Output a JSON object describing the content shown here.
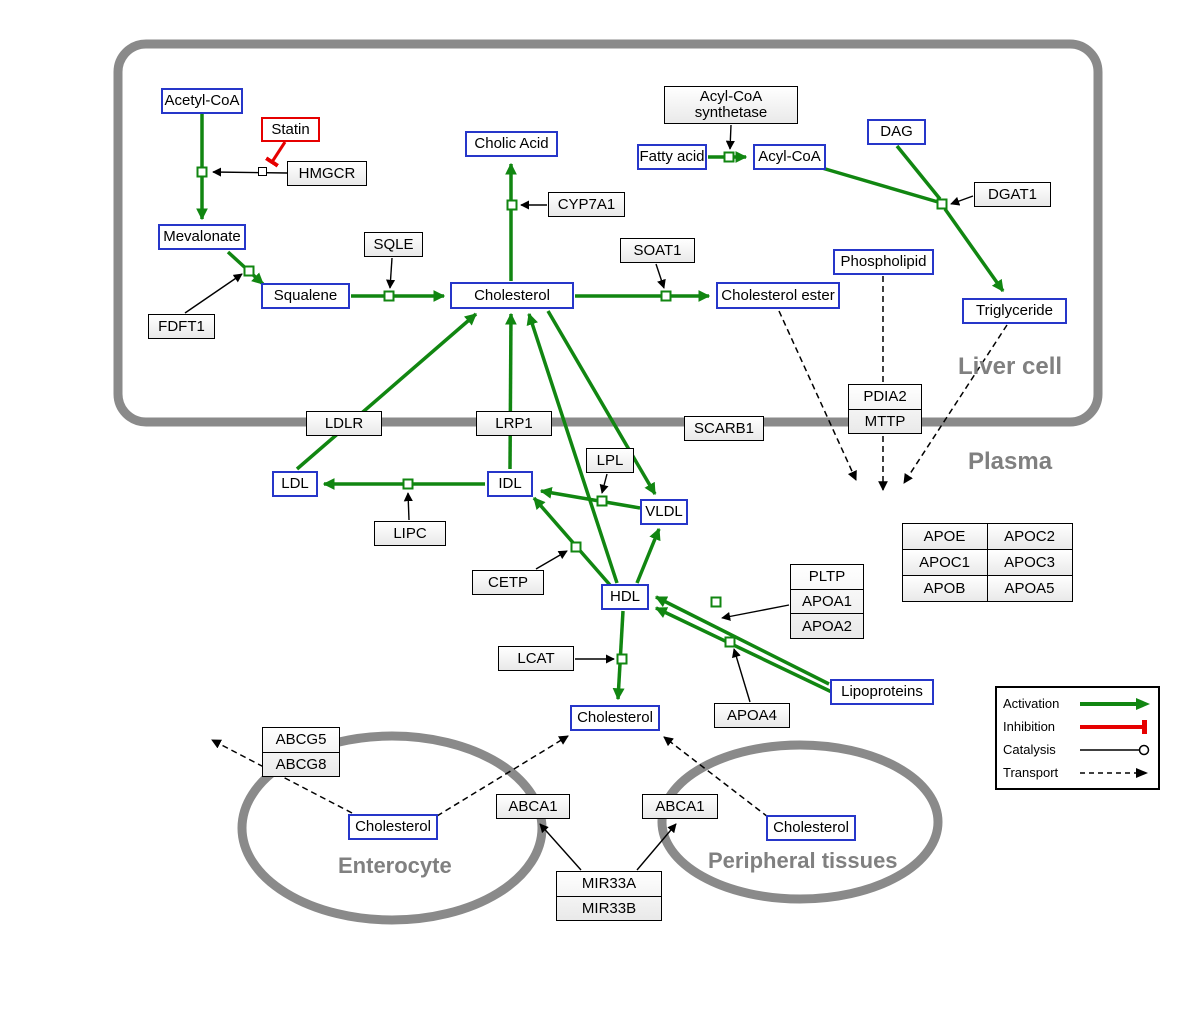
{
  "compartments": {
    "liver_label": "Liver cell",
    "plasma_label": "Plasma",
    "enterocyte_label": "Enterocyte",
    "peripheral_label": "Peripheral tissues"
  },
  "metabolites": {
    "acetyl_coa": "Acetyl-CoA",
    "mevalonate": "Mevalonate",
    "squalene": "Squalene",
    "cholic_acid": "Cholic Acid",
    "cholesterol_liver": "Cholesterol",
    "fatty_acid": "Fatty acid",
    "acyl_coa": "Acyl-CoA",
    "dag": "DAG",
    "phospholipid": "Phospholipid",
    "cholesterol_ester": "Cholesterol ester",
    "triglyceride": "Triglyceride",
    "ldl": "LDL",
    "idl": "IDL",
    "vldl": "VLDL",
    "hdl": "HDL",
    "cholesterol_plasma": "Cholesterol",
    "lipoproteins": "Lipoproteins",
    "cholesterol_enterocyte": "Cholesterol",
    "cholesterol_peripheral": "Cholesterol"
  },
  "genes": {
    "statin": "Statin",
    "hmgcr": "HMGCR",
    "sqle": "SQLE",
    "fdft1": "FDFT1",
    "cyp7a1": "CYP7A1",
    "soat1": "SOAT1",
    "acs_line1": "Acyl-CoA",
    "acs_line2": "synthetase",
    "dgat1": "DGAT1",
    "ldlr": "LDLR",
    "lrp1": "LRP1",
    "scarb1": "SCARB1",
    "lpl": "LPL",
    "lipc": "LIPC",
    "cetp": "CETP",
    "lcat": "LCAT",
    "apoa4": "APOA4",
    "abca1_left": "ABCA1",
    "abca1_right": "ABCA1"
  },
  "stacks": {
    "pdia2_mttp": [
      "PDIA2",
      "MTTP"
    ],
    "pltp_apoa": [
      "PLTP",
      "APOA1",
      "APOA2"
    ],
    "abcg": [
      "ABCG5",
      "ABCG8"
    ],
    "mir33": [
      "MIR33A",
      "MIR33B"
    ]
  },
  "apo_table": [
    [
      "APOE",
      "APOC2"
    ],
    [
      "APOC1",
      "APOC3"
    ],
    [
      "APOB",
      "APOA5"
    ]
  ],
  "legend": {
    "activation": "Activation",
    "inhibition": "Inhibition",
    "catalysis": "Catalysis",
    "transport": "Transport"
  },
  "colors": {
    "activation_green": "#118611",
    "inhibition_red": "#e60000",
    "metabolite_border_blue": "#2636c9",
    "compartment_gray": "#808080"
  }
}
